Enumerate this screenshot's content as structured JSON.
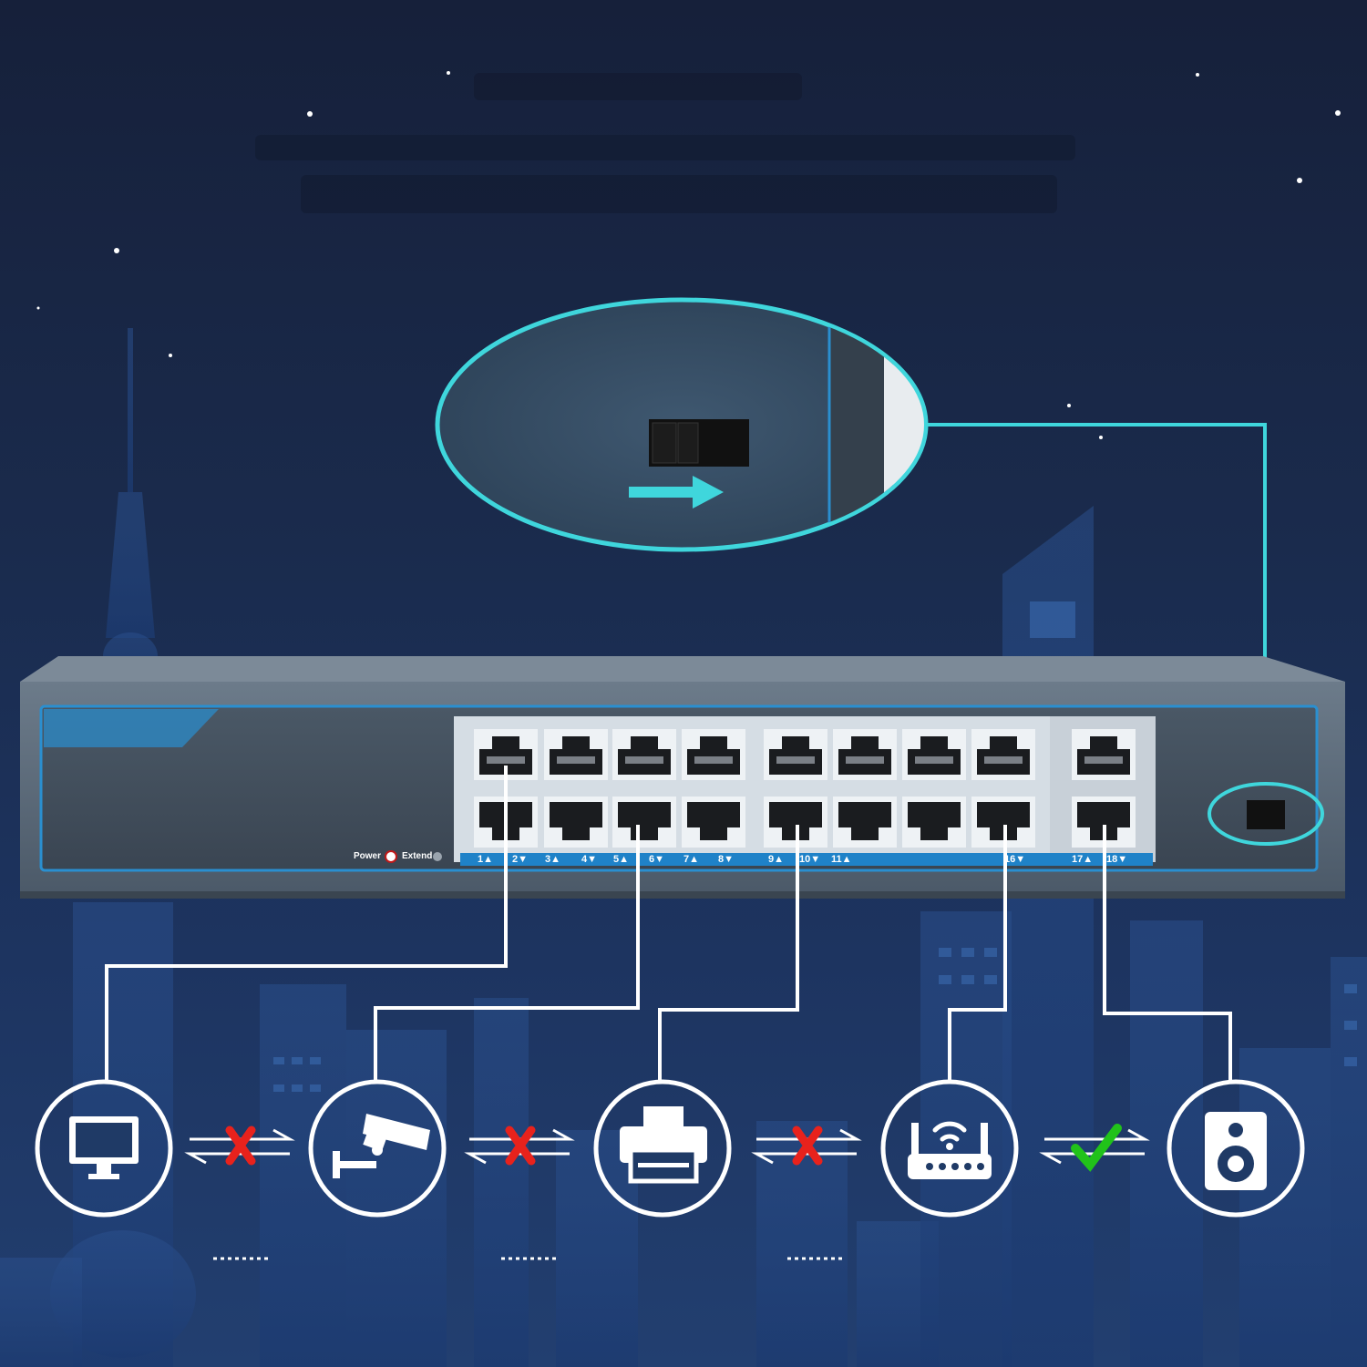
{
  "switch": {
    "power_label": "Power",
    "extend_label": "Extend",
    "port_labels": [
      "1▲",
      "2▼",
      "3▲",
      "4▼",
      "5▲",
      "6▼",
      "7▲",
      "8▼",
      "9▲",
      "10▼",
      "11▲",
      "16▼",
      "17▲",
      "18▼"
    ]
  },
  "callout": {
    "description": "DIP switch zoom with arrow indicating slide to the right"
  },
  "devices": [
    {
      "name": "computer-monitor",
      "icon": "monitor-icon"
    },
    {
      "name": "security-camera",
      "icon": "cctv-camera-icon"
    },
    {
      "name": "printer",
      "icon": "printer-icon"
    },
    {
      "name": "wifi-router",
      "icon": "router-icon"
    },
    {
      "name": "speaker",
      "icon": "speaker-icon"
    }
  ],
  "links": [
    {
      "status": "blocked",
      "icon": "red-x-icon"
    },
    {
      "status": "blocked",
      "icon": "red-x-icon"
    },
    {
      "status": "blocked",
      "icon": "red-x-icon"
    },
    {
      "status": "allowed",
      "icon": "green-check-icon"
    }
  ],
  "colors": {
    "accent": "#3fd6dc",
    "blocked": "#e8221c",
    "allowed": "#21c21a",
    "port_label_bar": "#1f82c8"
  }
}
